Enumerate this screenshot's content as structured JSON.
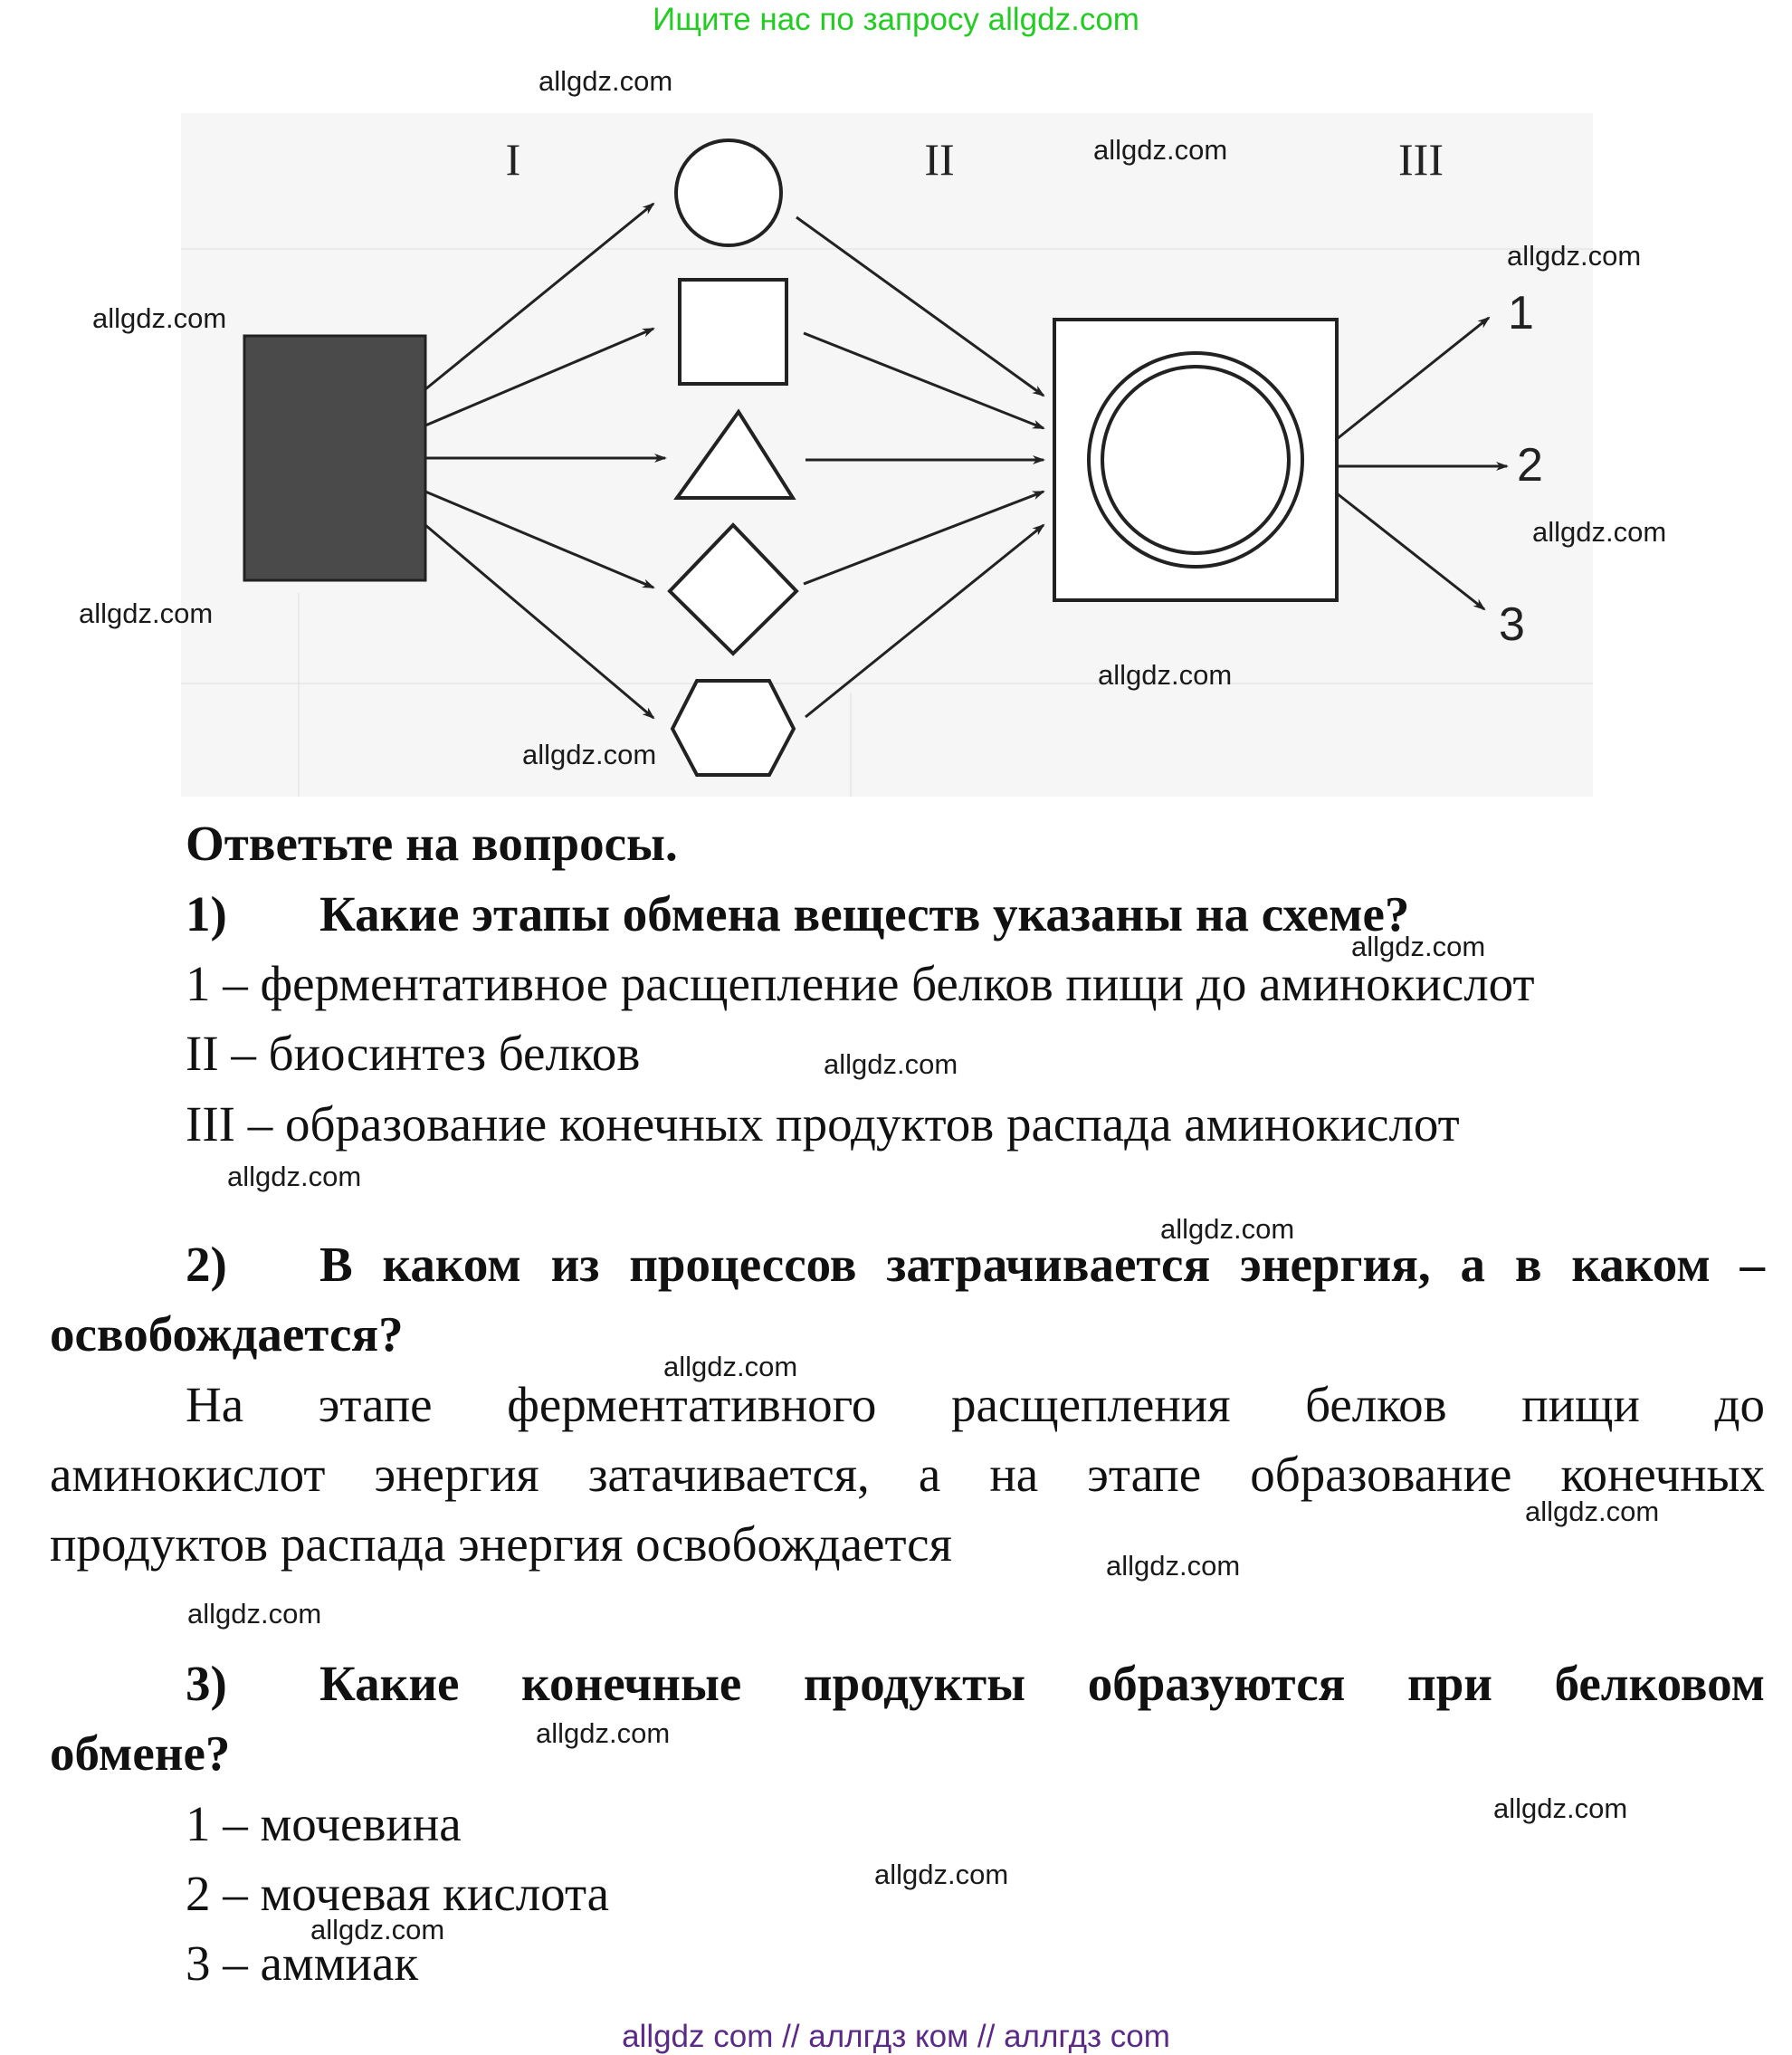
{
  "banner": "Ищите нас по запросу allgdz.com",
  "scheme": {
    "stages": [
      "I",
      "II",
      "III"
    ],
    "outputs": [
      "1",
      "2",
      "3"
    ]
  },
  "questions_title": "Ответьте на вопросы.",
  "q1": {
    "number": "1)",
    "text": "Какие этапы обмена веществ указаны на схеме?",
    "answers": [
      "1 – ферментативное расщепление белков пищи до аминокислот",
      "II – биосинтез белков",
      "III – образование конечных продуктов распада аминокислот"
    ]
  },
  "q2": {
    "number": "2)",
    "text_line1": "В каком из процессов затрачивается энергия, а в каком –",
    "text_line2": "освобождается?",
    "answer_line1": "На этапе ферментативного расщепления белков пищи до",
    "answer_line2": "аминокислот энергия затачивается, а на этапе образование конечных",
    "answer_line3": "продуктов распада энергия освобождается"
  },
  "q3": {
    "number": "3)",
    "text_line1": "Какие конечные продукты образуются при белковом",
    "text_line2": "обмене?",
    "answers": [
      "1 – мочевина",
      "2 – мочевая кислота",
      "3 – аммиак"
    ]
  },
  "watermark": "allgdz.com",
  "footer": "allgdz com  //  аллгдз ком  //  аллгдз com"
}
